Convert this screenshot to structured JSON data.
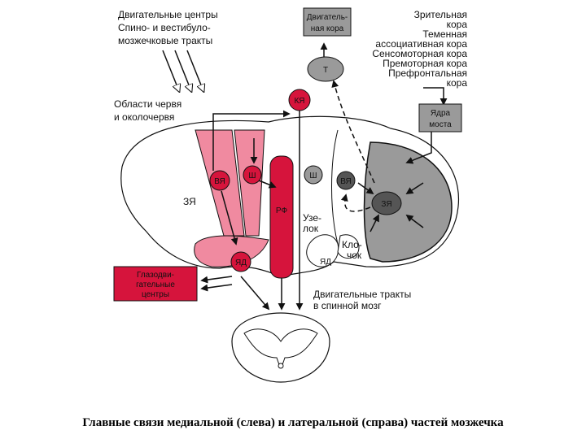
{
  "labels": {
    "motor_centers": "Двигательные центры",
    "spino_vest_1": "Спино- и вестибуло-",
    "spino_vest_2": "мозжечковые тракты",
    "vermis_1": "Области червя",
    "vermis_2": "и околочервя",
    "motor_cortex_1": "Двигатель-",
    "motor_cortex_2": "ная кора",
    "visual_1": "Зрительная",
    "visual_2": "кора",
    "parietal": "Теменная",
    "assoc": "ассоциативная кора",
    "sensorimotor": "Сенсомоторная кора",
    "premotor": "Премоторная кора",
    "prefrontal_1": "Префронтальная",
    "prefrontal_2": "кора",
    "pons_1": "Ядра",
    "pons_2": "моста",
    "oculo_1": "Глазодви-",
    "oculo_2": "гательные",
    "oculo_3": "центры",
    "nodulus_1": "Узе-",
    "nodulus_2": "лок",
    "flocculus_1": "Кло-",
    "flocculus_2": "чок",
    "motor_tracts_1": "Двигательные тракты",
    "motor_tracts_2": "в спинной мозг"
  },
  "nuclei": {
    "kya": "КЯ",
    "t": "Т",
    "vya_left": "ВЯ",
    "sh_left": "Ш",
    "rf": "РФ",
    "yad_left": "ЯД",
    "zya_left": "ЗЯ",
    "sh_right": "Ш",
    "vya_right": "ВЯ",
    "zya_right": "ЗЯ",
    "yad_right": "ЯД"
  },
  "caption": "Главные связи медиальной (слева) и латеральной (справа) частей мозжечка",
  "colors": {
    "red": "#d6143c",
    "pink": "#f08aa0",
    "gray": "#9a9a9a",
    "dark": "#111111"
  }
}
